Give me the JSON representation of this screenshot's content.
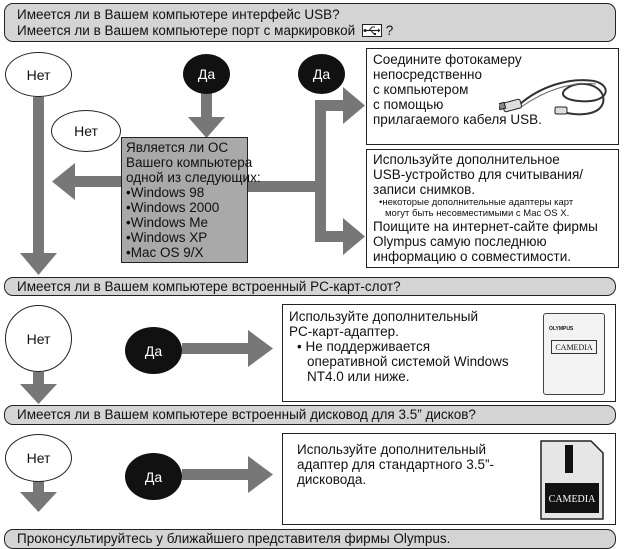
{
  "question_usb": {
    "line1": "Имеется ли в Вашем компьютере интерфейс USB?",
    "line2_before": "Имеется ли в Вашем компьютере порт с маркировкой",
    "line2_after": "?"
  },
  "labels": {
    "no": "Нет",
    "yes": "Да"
  },
  "os_question": {
    "lines": [
      "Является ли ОС",
      "Вашего компьютера",
      "одной из следующих:"
    ],
    "systems": [
      "•Windows 98",
      "•Windows 2000",
      "•Windows Me",
      "•Windows XP",
      "•Mac OS 9/X"
    ]
  },
  "usb_cable_box": {
    "lines": [
      "Соедините фотокамеру",
      "непосредственно",
      "с компьютером",
      "с помощью",
      "прилагаемого кабеля USB."
    ]
  },
  "usb_reader_box": {
    "lines": [
      "Используйте дополнительное",
      "USB-устройство для считывания/",
      "записи снимков."
    ],
    "note": [
      "•некоторые дополнительные адаптеры карт",
      "могут быть несовместимыми с Mac OS X."
    ],
    "lines2": [
      "Поищите на интернет-сайте фирмы",
      "Olympus самую последнюю",
      "информацию о совместимости."
    ]
  },
  "question_pc_card": {
    "text": "Имеется ли в Вашем компьютере  встроенный PC-карт-слот?"
  },
  "pc_card_box": {
    "lines": [
      "Используйте дополнительный",
      "PC-карт-адаптер."
    ],
    "note": [
      "• Не поддерживается",
      "оперативной системой Windows",
      "NT4.0 или ниже."
    ]
  },
  "question_floppy": {
    "text": "Имеется ли в Вашем компьютере встроенный дисковод для 3.5” дисков?"
  },
  "floppy_box": {
    "lines": [
      "Используйте дополнительный",
      "адаптер  для стандартного 3.5”-",
      "дисковода."
    ]
  },
  "final": {
    "text": "Проконсультируйтесь у ближайшего представителя фирмы Olympus."
  },
  "images": {
    "brand_small": "OLYMPUS",
    "brand_card": "CAMEDIA"
  }
}
